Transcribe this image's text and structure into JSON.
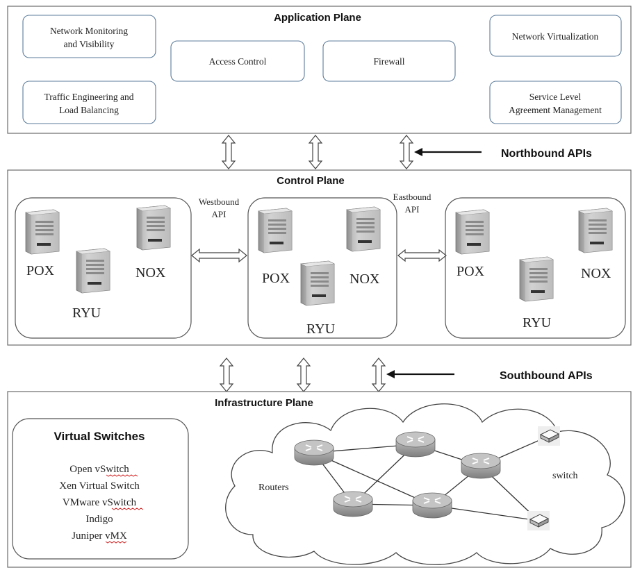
{
  "application_plane": {
    "title": "Application Plane",
    "apps": {
      "monitoring": [
        "Network Monitoring",
        "and Visibility"
      ],
      "traffic": [
        "Traffic Engineering and",
        "Load Balancing"
      ],
      "access": "Access Control",
      "firewall": "Firewall",
      "virtualization": "Network Virtualization",
      "sla": [
        "Service Level",
        "Agreement Management"
      ]
    }
  },
  "northbound_label": "Northbound APIs",
  "control_plane": {
    "title": "Control Plane",
    "westbound": [
      "Westbound",
      "API"
    ],
    "eastbound": [
      "Eastbound",
      "API"
    ],
    "controllers": [
      "POX",
      "NOX",
      "RYU"
    ]
  },
  "southbound_label": "Southbound APIs",
  "infrastructure_plane": {
    "title": "Infrastructure Plane",
    "virtual_switches": {
      "title": "Virtual Switches",
      "items": [
        "Open vSwitch",
        "Xen Virtual Switch",
        "VMware vSwitch",
        "Indigo",
        "Juniper vMX"
      ]
    },
    "routers_label": "Routers",
    "switch_label": "switch"
  },
  "colors": {
    "app_border": "#5b7b9b",
    "server_body": "#b9b9b9",
    "router_body": "#a6a6a6",
    "spellcheck": "#d02020"
  }
}
